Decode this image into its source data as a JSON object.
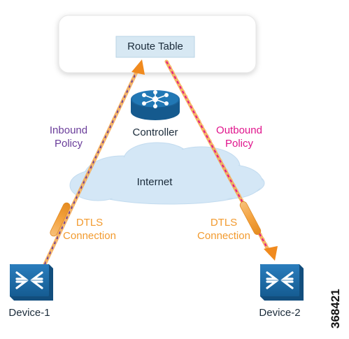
{
  "route_table": {
    "label": "Route Table"
  },
  "controller": {
    "label": "Controller"
  },
  "internet": {
    "label": "Internet"
  },
  "inbound_policy": {
    "line1": "Inbound",
    "line2": "Policy"
  },
  "outbound_policy": {
    "line1": "Outbound",
    "line2": "Policy"
  },
  "dtls_left": {
    "line1": "DTLS",
    "line2": "Connection"
  },
  "dtls_right": {
    "line1": "DTLS",
    "line2": "Connection"
  },
  "device1": {
    "label": "Device-1"
  },
  "device2": {
    "label": "Device-2"
  },
  "figure_number": "368421",
  "colors": {
    "device_blue": "#1f6ba5",
    "cloud_blue": "#d4e7f6",
    "route_table_fill": "#d7e8f3",
    "inbound_text": "#6a3d9a",
    "outbound_text": "#e0148c",
    "dtls_orange": "#f29a2e",
    "arrow_orange": "#f08a1e"
  }
}
